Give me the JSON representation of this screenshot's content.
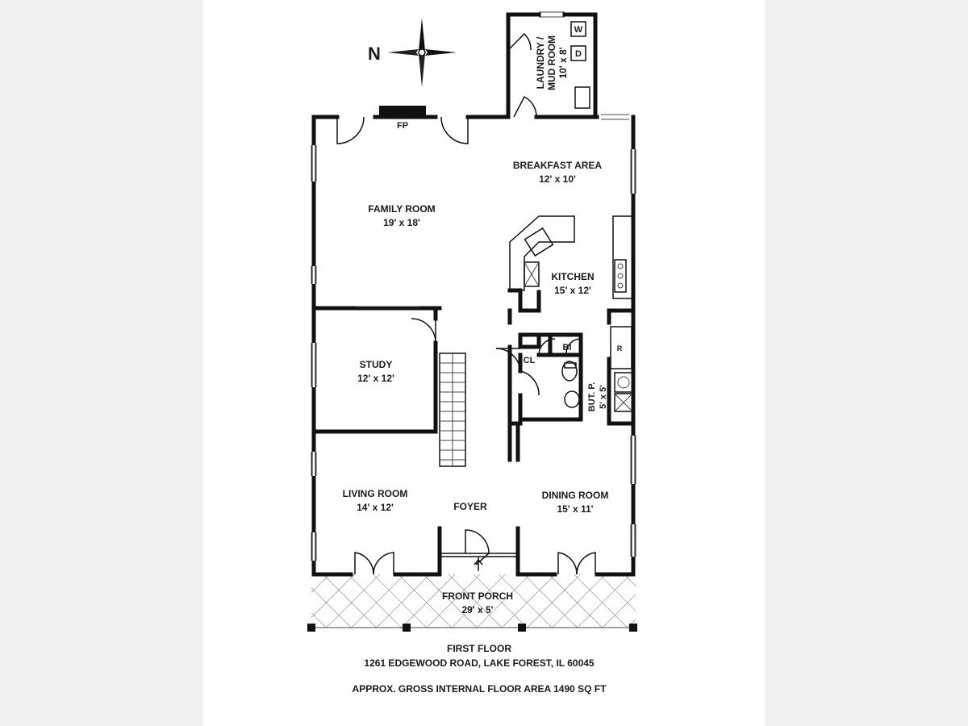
{
  "compass": {
    "north_label": "N"
  },
  "rooms": {
    "laundry": {
      "name_line1": "LAUNDRY /",
      "name_line2": "MUD ROOM",
      "size": "10' x 8'"
    },
    "washer": "W",
    "dryer": "D",
    "fireplace": "FP",
    "breakfast": {
      "name": "BREAKFAST AREA",
      "size": "12' x 10'"
    },
    "family": {
      "name": "FAMILY ROOM",
      "size": "19' x 18'"
    },
    "kitchen": {
      "name": "KITCHEN",
      "size": "15' x 12'"
    },
    "study": {
      "name": "STUDY",
      "size": "12' x 12'"
    },
    "closet": "CL",
    "built_in": "BI",
    "refrigerator": "R",
    "butler": {
      "name": "BUT. P.",
      "size": "5' x 5'"
    },
    "living": {
      "name": "LIVING ROOM",
      "size": "14' x 12'"
    },
    "foyer": {
      "name": "FOYER"
    },
    "dining": {
      "name": "DINING ROOM",
      "size": "15' x 11'"
    },
    "porch": {
      "name": "FRONT PORCH",
      "size": "29' x 5'"
    }
  },
  "footer": {
    "floor": "FIRST FLOOR",
    "address": "1261 EDGEWOOD ROAD, LAKE FOREST, IL 60045",
    "area": "APPROX. GROSS INTERNAL FLOOR AREA 1490 SQ FT"
  }
}
